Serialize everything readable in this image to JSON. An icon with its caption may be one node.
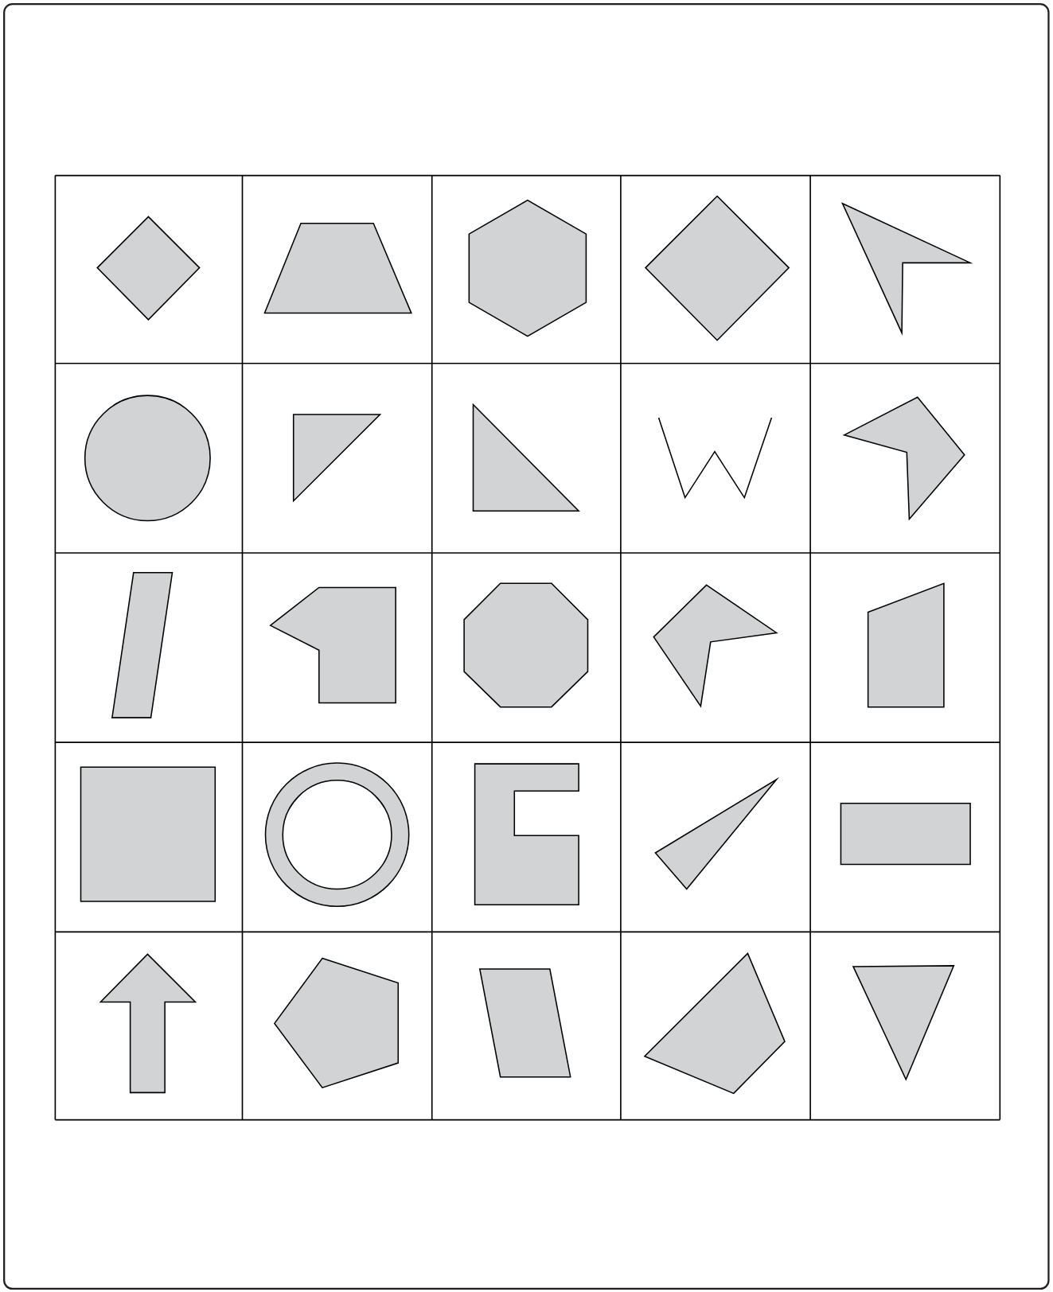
{
  "diagram": {
    "nodes": [
      {
        "text": [],
        "shape": "diamond"
      },
      {
        "text": [],
        "shape": "trapezoid"
      },
      {
        "text": [],
        "shape": "hexagon"
      },
      {
        "text": [],
        "shape": "diamond"
      },
      {
        "text": [],
        "shape": "polygon"
      },
      {
        "text": [],
        "shape": "circle"
      },
      {
        "text": [],
        "shape": "triangle"
      },
      {
        "text": [],
        "shape": "triangle"
      },
      {
        "text": [],
        "shape": "line"
      },
      {
        "text": [],
        "shape": "polygon"
      },
      {
        "text": [],
        "shape": "parallelogram"
      },
      {
        "text": [],
        "shape": "polygon"
      },
      {
        "text": [],
        "shape": "octagon"
      },
      {
        "text": [],
        "shape": "polygon"
      },
      {
        "text": [],
        "shape": "polygon"
      },
      {
        "text": [],
        "shape": "square"
      },
      {
        "text": [],
        "shape": "ring"
      },
      {
        "text": [],
        "shape": "polygon"
      },
      {
        "text": [],
        "shape": "triangle"
      },
      {
        "text": [],
        "shape": "rectangle"
      },
      {
        "text": [],
        "shape": "arrow"
      },
      {
        "text": [],
        "shape": "pentagon"
      },
      {
        "text": [],
        "shape": "parallelogram"
      },
      {
        "text": [],
        "shape": "polygon"
      },
      {
        "text": [],
        "shape": "triangle"
      }
    ]
  }
}
